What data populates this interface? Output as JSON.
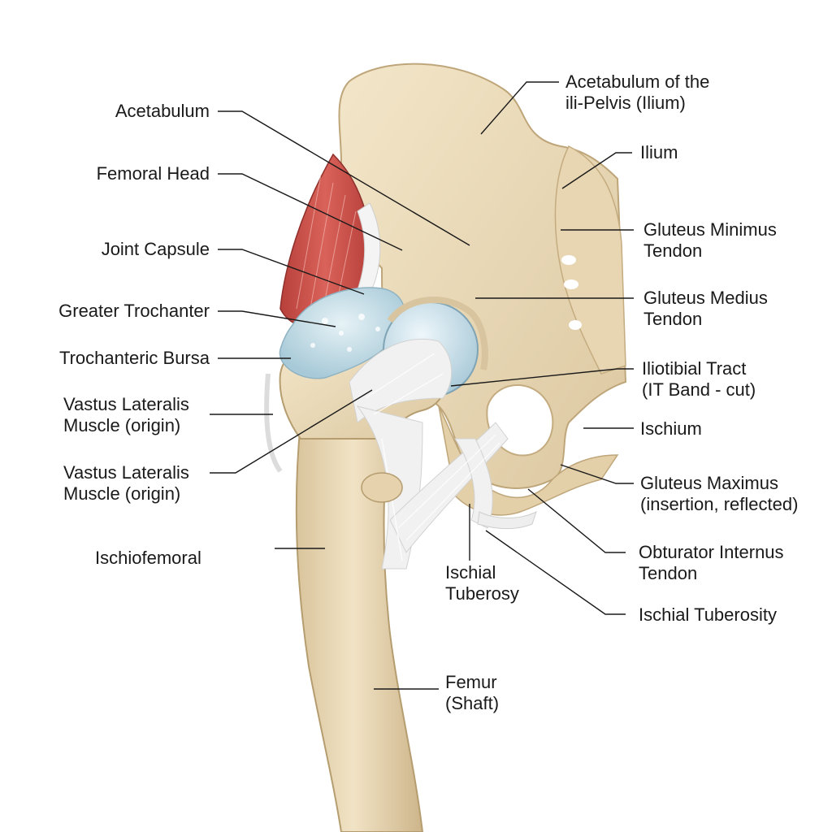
{
  "labels": {
    "acetabulum": "Acetabulum",
    "femoral_head": "Femoral Head",
    "joint_capsule": "Joint Capsule",
    "greater_trochanter": "Greater Trochanter",
    "trochanteric_bursa": "Trochanteric Bursa",
    "vastus_lateralis_1": [
      "Vastus Lateralis",
      "Muscle (origin)"
    ],
    "vastus_lateralis_2": [
      "Vastus Lateralis",
      "Muscle (origin)"
    ],
    "ischiofemoral": "Ischiofemoral",
    "acetabulum_pelvis": [
      "Acetabulum of the",
      "ili-Pelvis (Ilium)"
    ],
    "ilium": "Ilium",
    "gluteus_minimus": [
      "Gluteus Minimus",
      "Tendon"
    ],
    "gluteus_medius": [
      "Gluteus Medius",
      "Tendon"
    ],
    "iliotibial_tract": [
      "Iliotibial Tract",
      "(IT Band - cut)"
    ],
    "ischium": "Ischium",
    "gluteus_maximus": [
      "Gluteus Maximus",
      "(insertion, reflected)"
    ],
    "obturator_internus": [
      "Obturator Internus",
      "Tendon"
    ],
    "ischial_tuberosity": "Ischial Tuberosity",
    "ischial_tuberosy": [
      "Ischial",
      "Tuberosy"
    ],
    "femur_shaft": [
      "Femur",
      "(Shaft)"
    ]
  },
  "colors": {
    "bone": "#ecdcbc",
    "bone_shadow": "#c9b48c",
    "muscle": "#c9504a",
    "cartilage": "#cfe4ec",
    "ligament": "#f2f2f2",
    "leader_line": "#1a1a1a"
  }
}
